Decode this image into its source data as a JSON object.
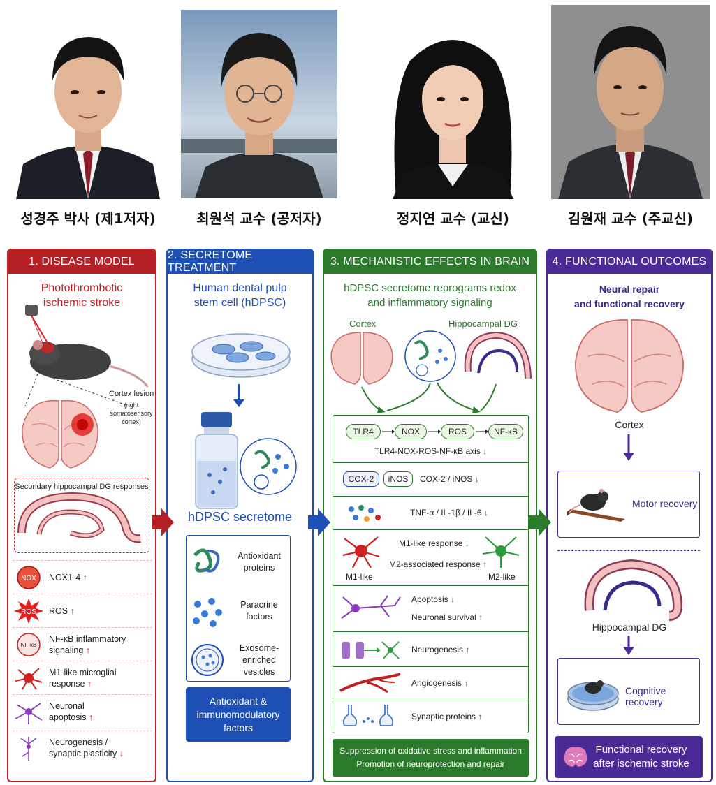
{
  "portraits": [
    {
      "name": "성경주 박사 (제1저자)"
    },
    {
      "name": "최원석 교수 (공저자)"
    },
    {
      "name": "정지연 교수 (교신)"
    },
    {
      "name": "김원재 교수 (주교신)"
    }
  ],
  "panel1": {
    "header": "1. DISEASE MODEL",
    "title_line1": "Photothrombotic",
    "title_line2": "ischemic stroke",
    "lesion_label": "Cortex lesion",
    "lesion_sub1": "(right somatosensory",
    "lesion_sub2": "cortex)",
    "dg_box_label": "Secondary hippocampal DG responses",
    "nox_badge": "NOX",
    "ros_badge": "ROS",
    "nfkb_badge": "NF-κB",
    "items": [
      {
        "line1": "NOX1-4",
        "line2": "",
        "arrow": "↑"
      },
      {
        "line1": "ROS",
        "line2": "",
        "arrow": "↑"
      },
      {
        "line1": "NF-κB inflammatory",
        "line2": "signaling",
        "arrow": "↑"
      },
      {
        "line1": "M1-like microglial",
        "line2": "response",
        "arrow": "↑"
      },
      {
        "line1": "Neuronal",
        "line2": "apoptosis",
        "arrow": "↑"
      },
      {
        "line1": "Neurogenesis /",
        "line2": "synaptic plasticity",
        "arrow": "↓"
      }
    ]
  },
  "panel2": {
    "header": "2. SECRETOME TREATMENT",
    "title_line1": "Human dental pulp",
    "title_line2": "stem cell (hDPSC)",
    "secretome_label": "hDPSC secretome",
    "components": [
      {
        "line1": "Antioxidant",
        "line2": "proteins",
        "line3": ""
      },
      {
        "line1": "Paracrine",
        "line2": "factors",
        "line3": ""
      },
      {
        "line1": "Exosome-",
        "line2": "enriched",
        "line3": "vesicles"
      }
    ],
    "footer_line1": "Antioxidant &",
    "footer_line2": "immunomodulatory",
    "footer_line3": "factors"
  },
  "panel3": {
    "header": "3. MECHANISTIC EFFECTS IN BRAIN",
    "title_line1": "hDPSC secretome reprograms redox",
    "title_line2": "and inflammatory signaling",
    "cortex_label": "Cortex",
    "dg_label": "Hippocampal DG",
    "pills": [
      "TLR4",
      "NOX",
      "ROS",
      "NF-κB"
    ],
    "axis_label": "TLR4-NOX-ROS-NF-κB axis",
    "cox_pill": "COX-2",
    "inos_pill": "iNOS",
    "cox_label": "COX-2 / iNOS",
    "cytokine_label": "TNF-α / IL-1β / IL-6",
    "m1_response": "M1-like response",
    "m2_response": "M2-associated response",
    "m1_label": "M1-like",
    "m2_label": "M2-like",
    "apoptosis": "Apoptosis",
    "survival": "Neuronal survival",
    "neurogenesis": "Neurogenesis",
    "angiogenesis": "Angiogenesis",
    "synaptic": "Synaptic proteins",
    "down": "↓",
    "up": "↑",
    "footer_line1": "Suppression of oxidative stress and inflammation",
    "footer_line2": "Promotion of neuroprotection and repair"
  },
  "panel4": {
    "header": "4. FUNCTIONAL OUTCOMES",
    "title_line1": "Neural repair",
    "title_line2": "and functional recovery",
    "cortex_label": "Cortex",
    "motor_label": "Motor recovery",
    "dg_label": "Hippocampal DG",
    "cognitive_label": "Cognitive recovery",
    "footer_line1": "Functional recovery",
    "footer_line2": "after ischemic stroke"
  },
  "colors": {
    "red": "#b52024",
    "blue": "#1d4fb5",
    "green": "#2b7a2b",
    "purple": "#4a2a95"
  }
}
